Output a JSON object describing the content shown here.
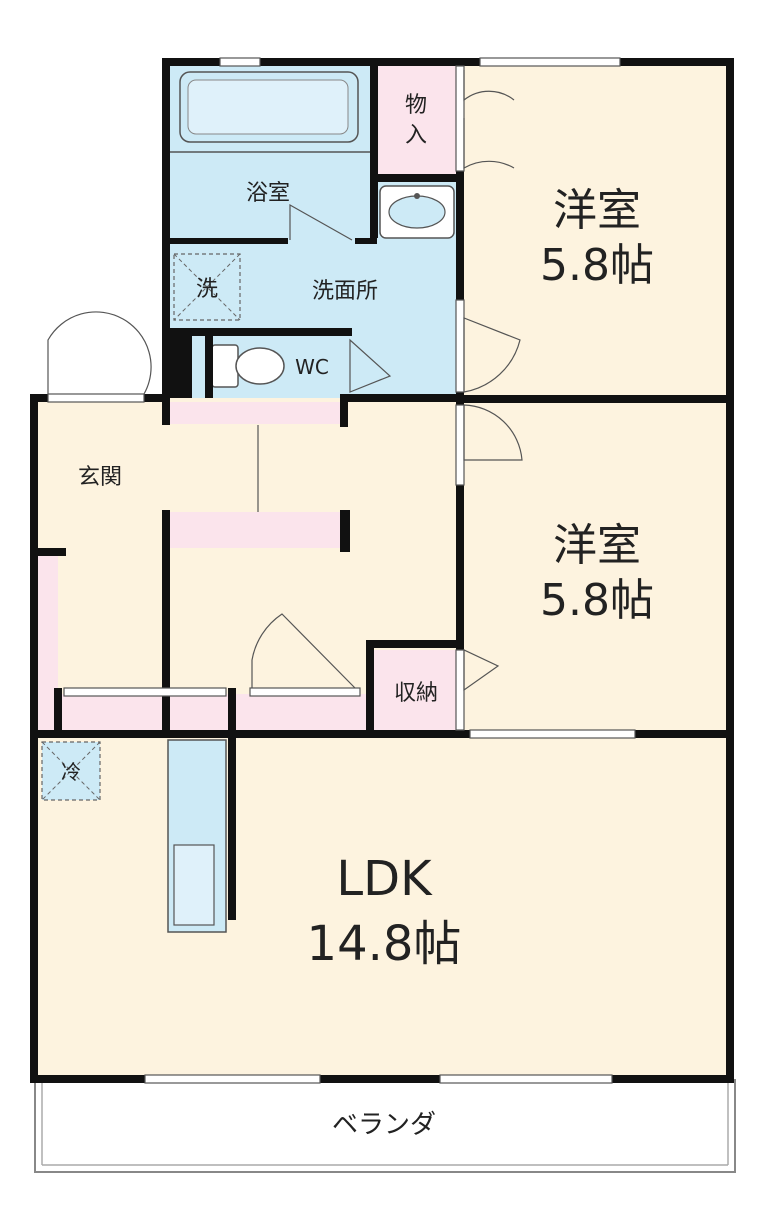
{
  "rooms": {
    "western_room_1": {
      "name": "洋室",
      "size": "5.8帖"
    },
    "western_room_2": {
      "name": "洋室",
      "size": "5.8帖"
    },
    "ldk": {
      "name": "LDK",
      "size": "14.8帖"
    },
    "bathroom": "浴室",
    "washroom": "洗面所",
    "toilet": "WC",
    "entrance": "玄関",
    "storage": "収納",
    "closet_line1": "物",
    "closet_line2": "入",
    "washer": "洗",
    "fridge": "冷",
    "balcony": "ベランダ"
  },
  "colors": {
    "room_fill": "#fdf3df",
    "wet_area_fill": "#cdeaf6",
    "storage_fill": "#fbe4ec",
    "wall": "#111111",
    "balcony_fill": "#ffffff"
  }
}
